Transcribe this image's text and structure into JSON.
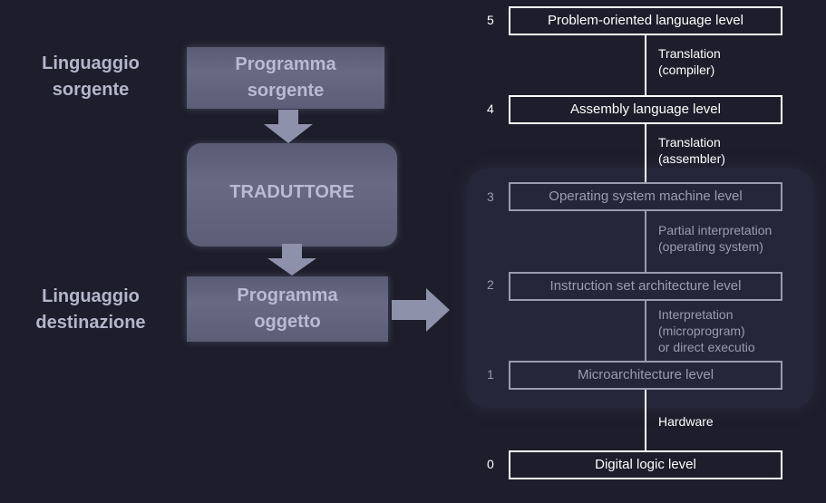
{
  "left": {
    "source_label": [
      "Linguaggio",
      "sorgente"
    ],
    "target_label": [
      "Linguaggio",
      "destinazione"
    ],
    "source_box": [
      "Programma",
      "sorgente"
    ],
    "translator_box": "TRADUTTORE",
    "object_box": [
      "Programma",
      "oggetto"
    ]
  },
  "levels": [
    {
      "num": "5",
      "label": "Problem-oriented language level"
    },
    {
      "num": "4",
      "label": "Assembly language level"
    },
    {
      "num": "3",
      "label": "Operating system machine level"
    },
    {
      "num": "2",
      "label": "Instruction set architecture level"
    },
    {
      "num": "1",
      "label": "Microarchitecture level"
    },
    {
      "num": "0",
      "label": "Digital logic level"
    }
  ],
  "transitions": [
    [
      "Translation",
      "(compiler)"
    ],
    [
      "Translation",
      "(assembler)"
    ],
    [
      "Partial interpretation",
      "(operating system)"
    ],
    [
      "Interpretation",
      "(microprogram)",
      "or direct executio"
    ],
    [
      "Hardware"
    ]
  ]
}
